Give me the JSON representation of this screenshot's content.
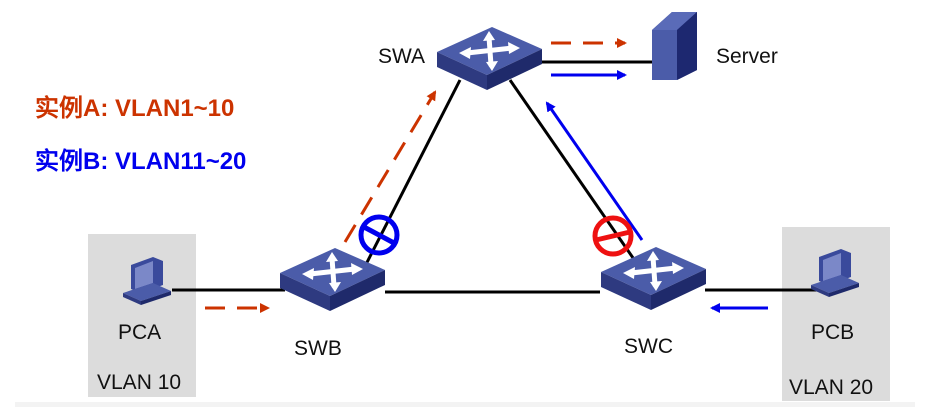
{
  "legend": {
    "instance_a": "实例A: VLAN1~10",
    "instance_b": "实例B: VLAN11~20"
  },
  "devices": {
    "swa": "SWA",
    "swb": "SWB",
    "swc": "SWC",
    "server": "Server",
    "pca": "PCA",
    "pcb": "PCB"
  },
  "vlans": {
    "pca": "VLAN 10",
    "pcb": "VLAN 20"
  },
  "colors": {
    "instance_a": "#cc3300",
    "instance_b": "#0000ee",
    "blocked_a": "#0000ee",
    "blocked_b": "#ee1111",
    "device": "#4a5aa8",
    "link": "#000000"
  }
}
